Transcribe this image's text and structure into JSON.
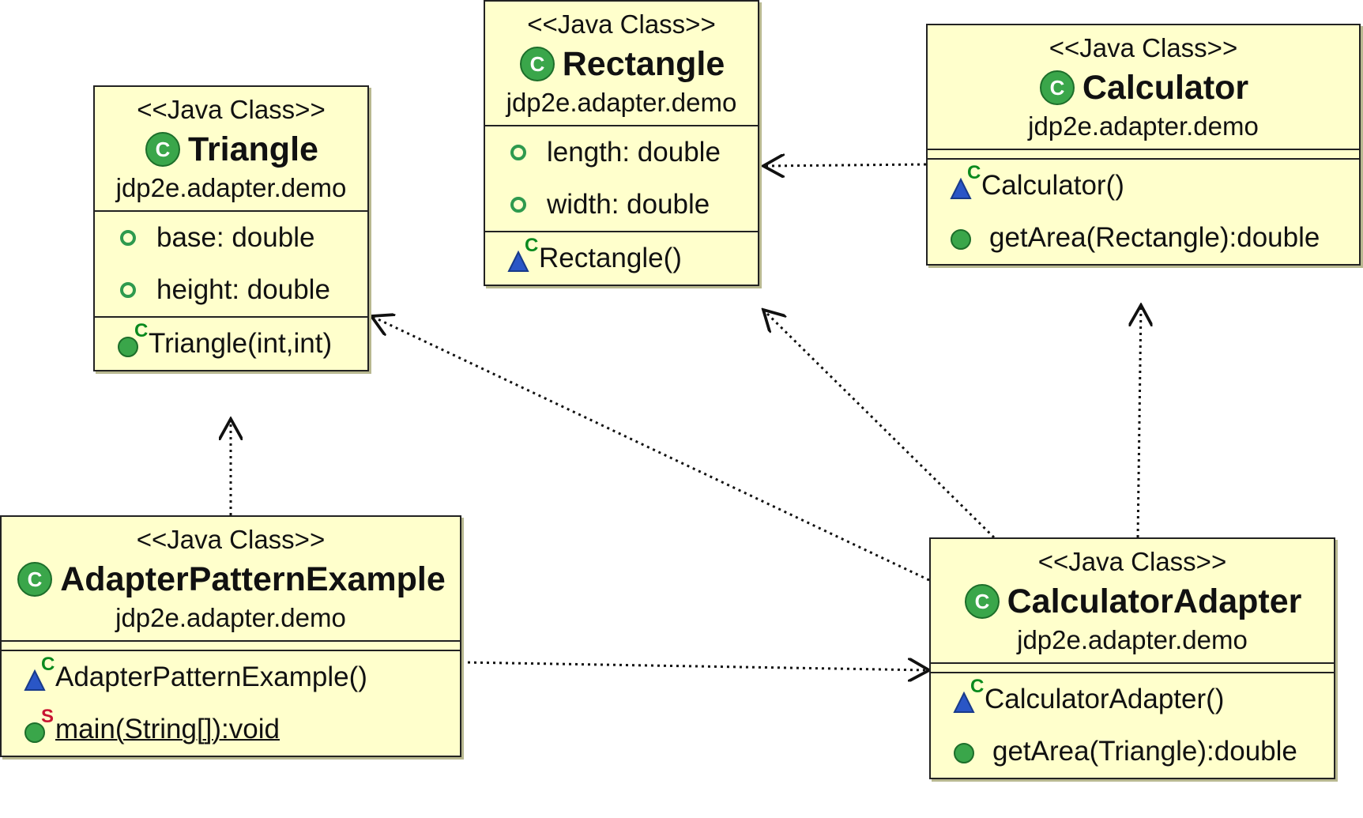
{
  "diagram": {
    "stereotype": "<<Java Class>>",
    "classes": {
      "triangle": {
        "name": "Triangle",
        "package": "jdp2e.adapter.demo",
        "fields": [
          "base: double",
          "height: double"
        ],
        "methods": [
          "Triangle(int,int)"
        ]
      },
      "rectangle": {
        "name": "Rectangle",
        "package": "jdp2e.adapter.demo",
        "fields": [
          "length: double",
          "width: double"
        ],
        "methods": [
          "Rectangle()"
        ]
      },
      "calculator": {
        "name": "Calculator",
        "package": "jdp2e.adapter.demo",
        "methods": [
          "Calculator()",
          "getArea(Rectangle):double"
        ]
      },
      "adapter_pattern_example": {
        "name": "AdapterPatternExample",
        "package": "jdp2e.adapter.demo",
        "methods": [
          "AdapterPatternExample()",
          "main(String[]):void"
        ]
      },
      "calculator_adapter": {
        "name": "CalculatorAdapter",
        "package": "jdp2e.adapter.demo",
        "methods": [
          "CalculatorAdapter()",
          "getArea(Triangle):double"
        ]
      }
    },
    "dependencies": [
      {
        "from": "Calculator",
        "to": "Rectangle"
      },
      {
        "from": "CalculatorAdapter",
        "to": "Triangle"
      },
      {
        "from": "CalculatorAdapter",
        "to": "Rectangle"
      },
      {
        "from": "CalculatorAdapter",
        "to": "Calculator"
      },
      {
        "from": "AdapterPatternExample",
        "to": "Triangle"
      },
      {
        "from": "AdapterPatternExample",
        "to": "CalculatorAdapter"
      }
    ],
    "colors": {
      "class_fill": "#ffffcc",
      "border": "#222222",
      "class_icon_green": "#3aa64a",
      "field_icon_green": "#2e9a4e",
      "constructor_icon_blue": "#2a56c6",
      "constructor_modifier": "#0a8a1e",
      "static_modifier": "#c81432"
    },
    "icons": {
      "class": "class-c-icon",
      "field": "private-field-icon",
      "constructor": "constructor-icon",
      "method": "public-method-icon",
      "static_method": "static-method-icon"
    }
  }
}
